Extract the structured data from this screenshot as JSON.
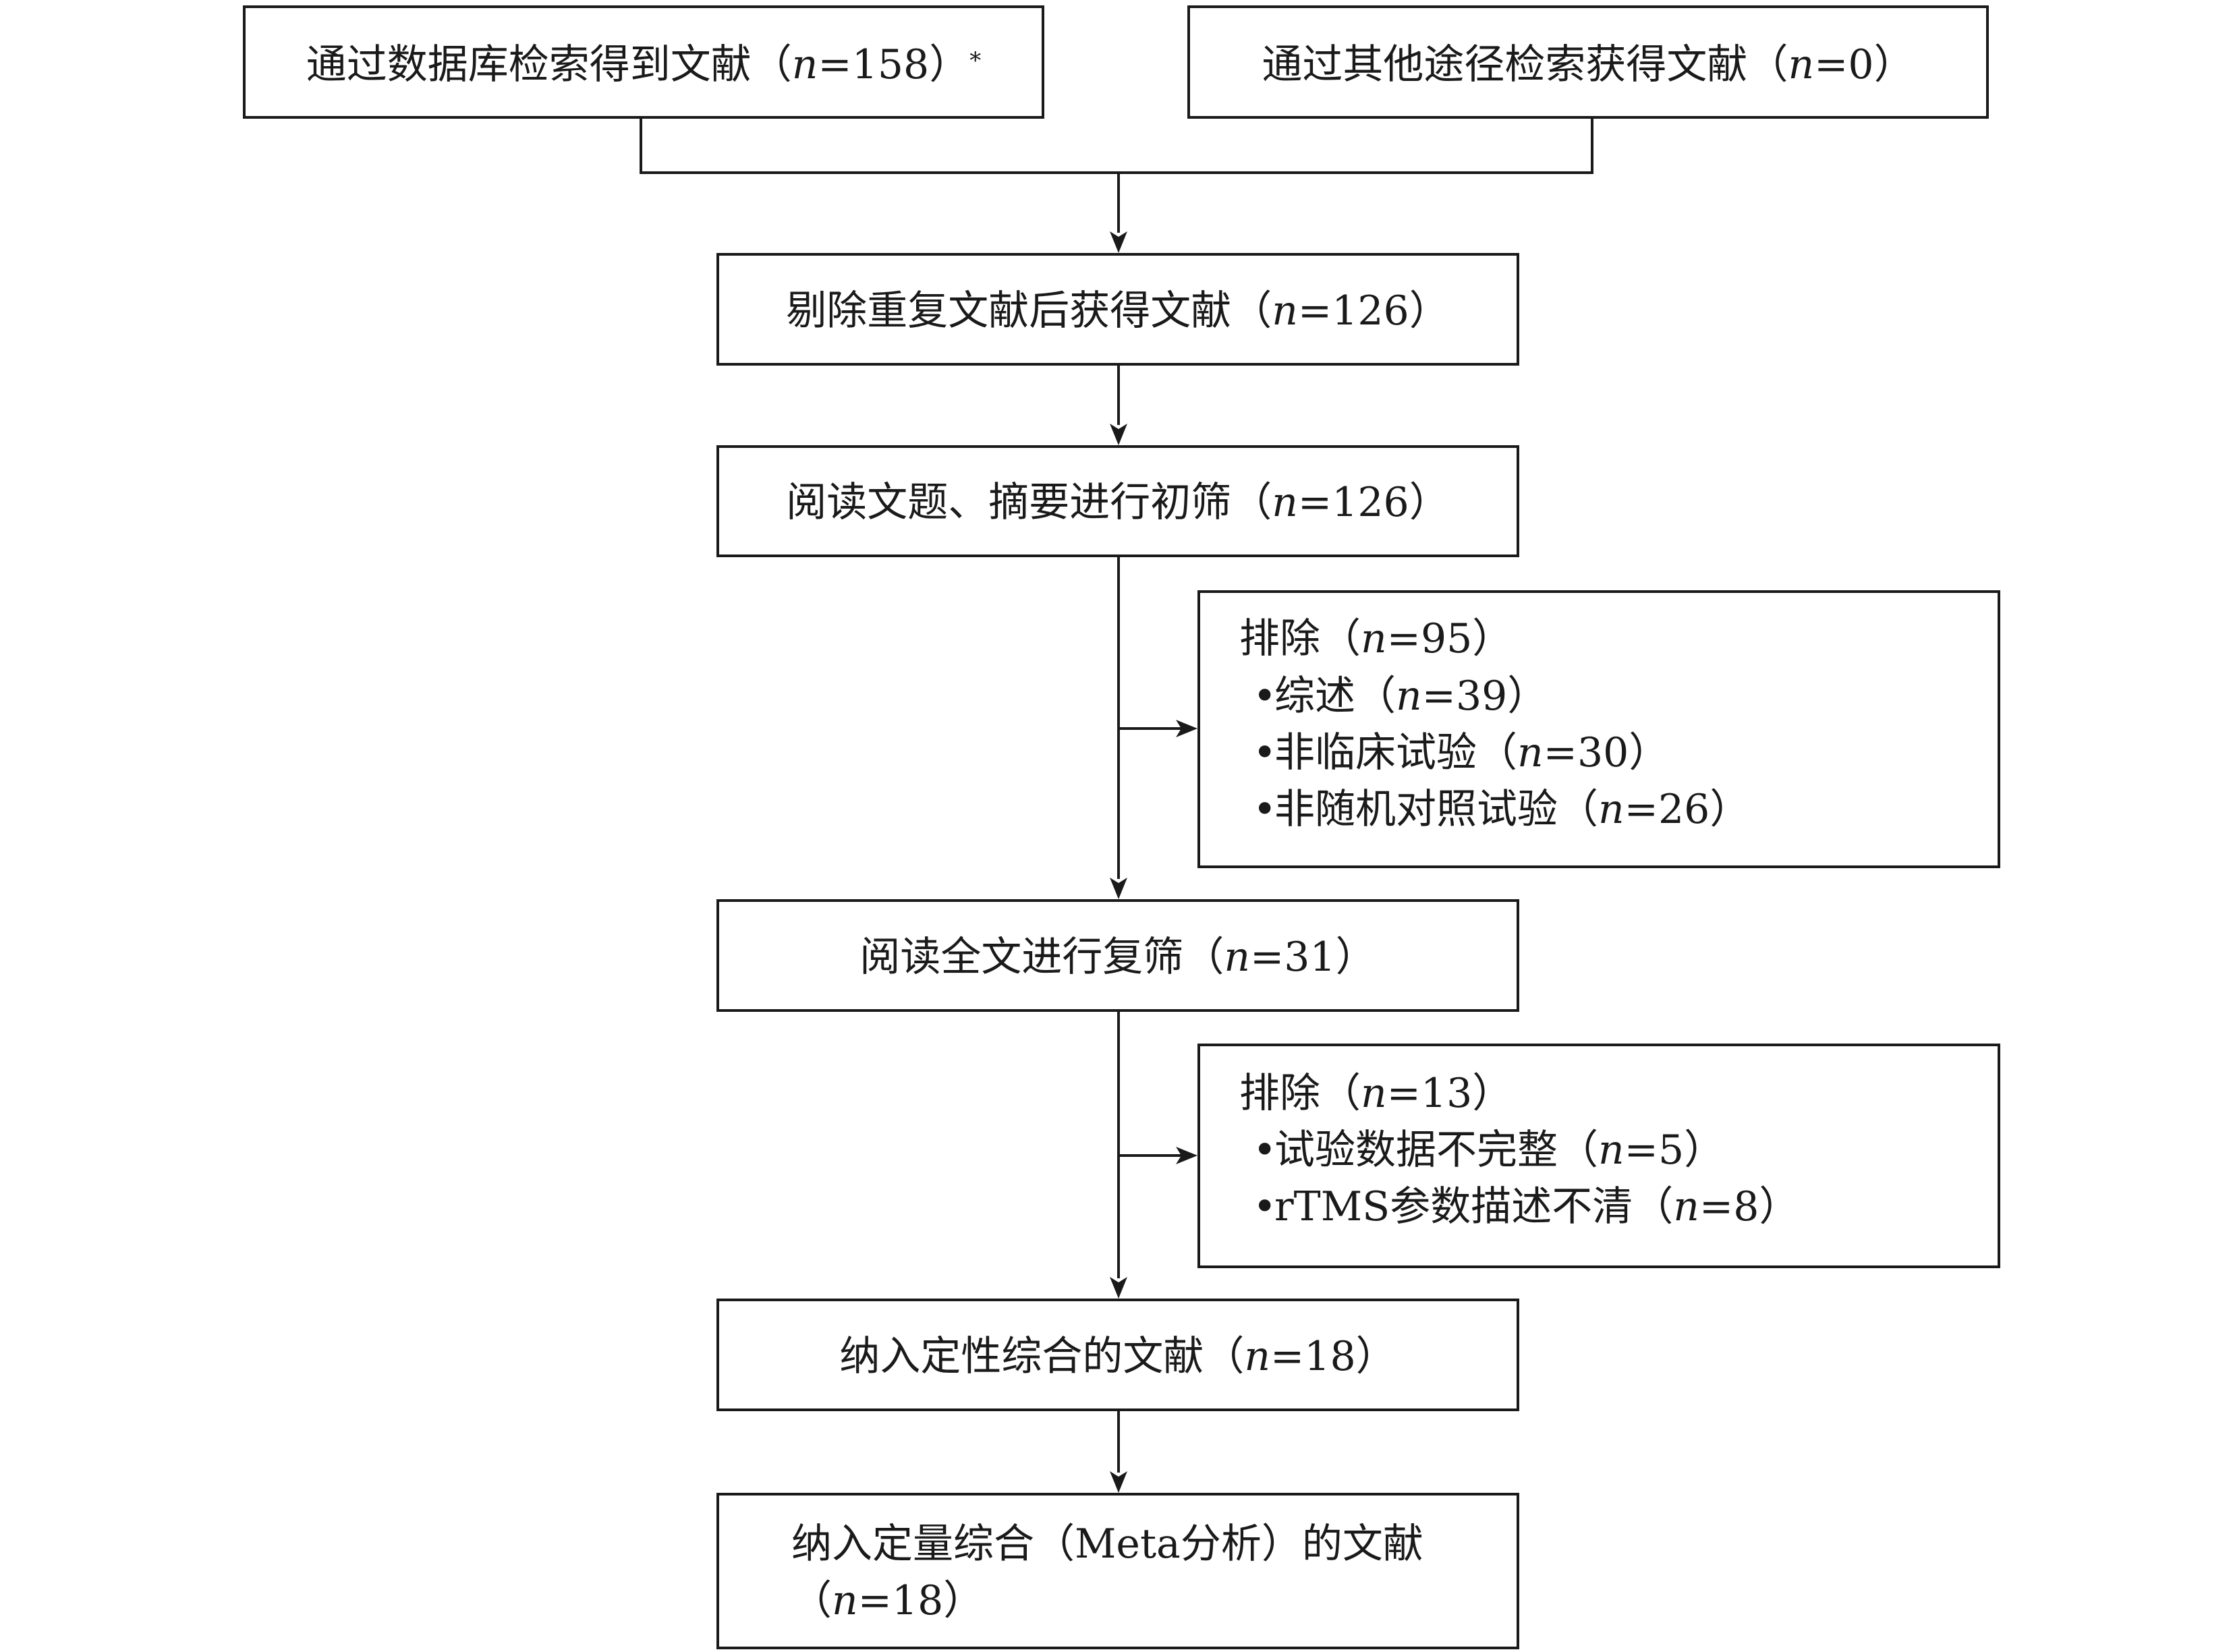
{
  "source_a": {
    "text": "通过数据库检索得到文献",
    "n": "158",
    "note": "*"
  },
  "source_b": {
    "text": "通过其他途径检索获得文献",
    "n": "0"
  },
  "dedup": {
    "text": "剔除重复文献后获得文献",
    "n": "126"
  },
  "initial_screen": {
    "text": "阅读文题、摘要进行初筛",
    "n": "126"
  },
  "exclude_1": {
    "title": "排除",
    "n": "95",
    "items": [
      {
        "text": "综述",
        "n": "39"
      },
      {
        "text": "非临床试验",
        "n": "30"
      },
      {
        "text": "非随机对照试验",
        "n": "26"
      }
    ]
  },
  "full_screen": {
    "text": "阅读全文进行复筛",
    "n": "31"
  },
  "exclude_2": {
    "title": "排除",
    "n": "13",
    "items": [
      {
        "text": "试验数据不完整",
        "n": "5"
      },
      {
        "text": "rTMS参数描述不清",
        "n": "8"
      }
    ]
  },
  "qualitative": {
    "text": "纳入定性综合的文献",
    "n": "18"
  },
  "quantitative": {
    "line1": "纳入定量综合（Meta分析）的文献",
    "n": "18"
  },
  "symbols": {
    "open": "（",
    "close": "）",
    "n_label": "n",
    "eq": "=",
    "bullet": "•"
  }
}
